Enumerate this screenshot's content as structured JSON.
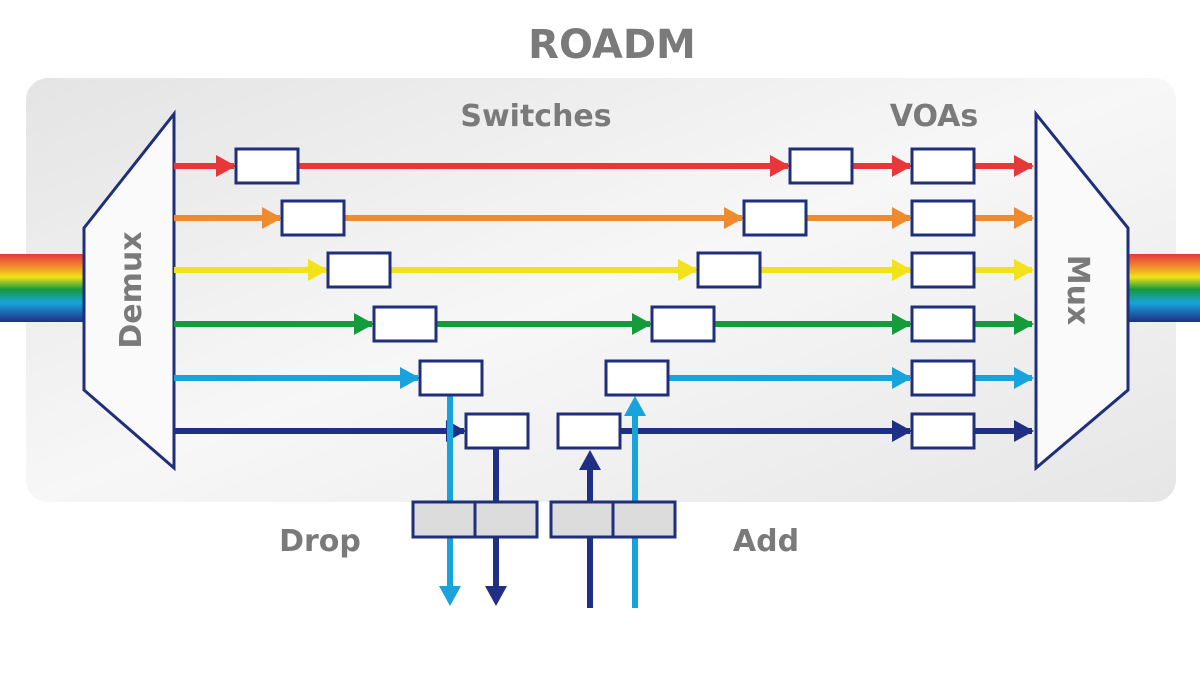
{
  "title": "ROADM",
  "labels": {
    "switches": "Switches",
    "voas": "VOAs",
    "demux": "Demux",
    "mux": "Mux",
    "drop": "Drop",
    "add": "Add"
  },
  "colors": {
    "outline": "#1f2f7a",
    "label": "#7a7a7a",
    "panel": "#ececec",
    "ports": "#dcdcdc"
  },
  "channels": [
    {
      "name": "red",
      "color": "#e8373b"
    },
    {
      "name": "orange",
      "color": "#f08a2e"
    },
    {
      "name": "yellow",
      "color": "#f2e21a"
    },
    {
      "name": "green",
      "color": "#159a3c"
    },
    {
      "name": "light-blue",
      "color": "#18a3dc"
    },
    {
      "name": "dark-blue",
      "color": "#1f2f84"
    }
  ]
}
